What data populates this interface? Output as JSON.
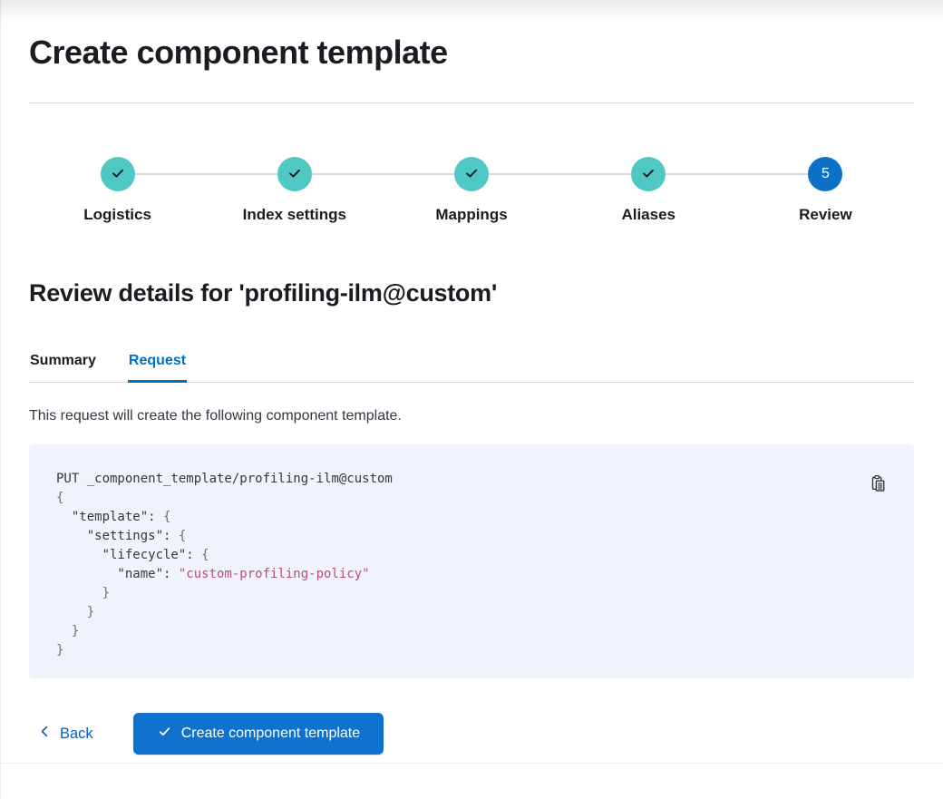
{
  "window": {
    "title": "Create component template"
  },
  "stepper": {
    "steps": [
      {
        "label": "Logistics",
        "status": "complete"
      },
      {
        "label": "Index settings",
        "status": "complete"
      },
      {
        "label": "Mappings",
        "status": "complete"
      },
      {
        "label": "Aliases",
        "status": "complete"
      },
      {
        "label": "Review",
        "status": "current",
        "number": "5"
      }
    ]
  },
  "review": {
    "heading": "Review details for 'profiling-ilm@custom'",
    "tabs": [
      {
        "label": "Summary",
        "active": false
      },
      {
        "label": "Request",
        "active": true
      }
    ],
    "description": "This request will create the following component template.",
    "request_code": {
      "lines": [
        [
          {
            "t": "PUT _component_template/profiling-ilm@custom",
            "c": "plain"
          }
        ],
        [
          {
            "t": "{",
            "c": "punct"
          }
        ],
        [
          {
            "t": "  \"template\": ",
            "c": "plain"
          },
          {
            "t": "{",
            "c": "punct"
          }
        ],
        [
          {
            "t": "    \"settings\": ",
            "c": "plain"
          },
          {
            "t": "{",
            "c": "punct"
          }
        ],
        [
          {
            "t": "      \"lifecycle\": ",
            "c": "plain"
          },
          {
            "t": "{",
            "c": "punct"
          }
        ],
        [
          {
            "t": "        \"name\": ",
            "c": "plain"
          },
          {
            "t": "\"custom-profiling-policy\"",
            "c": "string"
          }
        ],
        [
          {
            "t": "      ",
            "c": "plain"
          },
          {
            "t": "}",
            "c": "punct"
          }
        ],
        [
          {
            "t": "    ",
            "c": "plain"
          },
          {
            "t": "}",
            "c": "punct"
          }
        ],
        [
          {
            "t": "  ",
            "c": "plain"
          },
          {
            "t": "}",
            "c": "punct"
          }
        ],
        [
          {
            "t": "}",
            "c": "punct"
          }
        ]
      ]
    }
  },
  "footer": {
    "back_label": "Back",
    "create_label": "Create component template"
  },
  "icons": {
    "step_complete": "check-icon",
    "copy": "copy-clipboard-icon",
    "back": "chevron-left-icon",
    "create": "check-icon"
  },
  "colors": {
    "accent_blue": "#0071C2",
    "button_blue": "#0E72CE",
    "back_link_blue": "#0061C5",
    "step_complete_teal": "#4FC8C3",
    "step_current_blue": "#0D71C8",
    "code_background": "#F0F3FA",
    "code_string_pink": "#BD4C7A",
    "punct_gray": "#69707D",
    "divider_gray": "#D3DAE6",
    "text_dark": "#1A1C21",
    "text_body": "#343741"
  }
}
